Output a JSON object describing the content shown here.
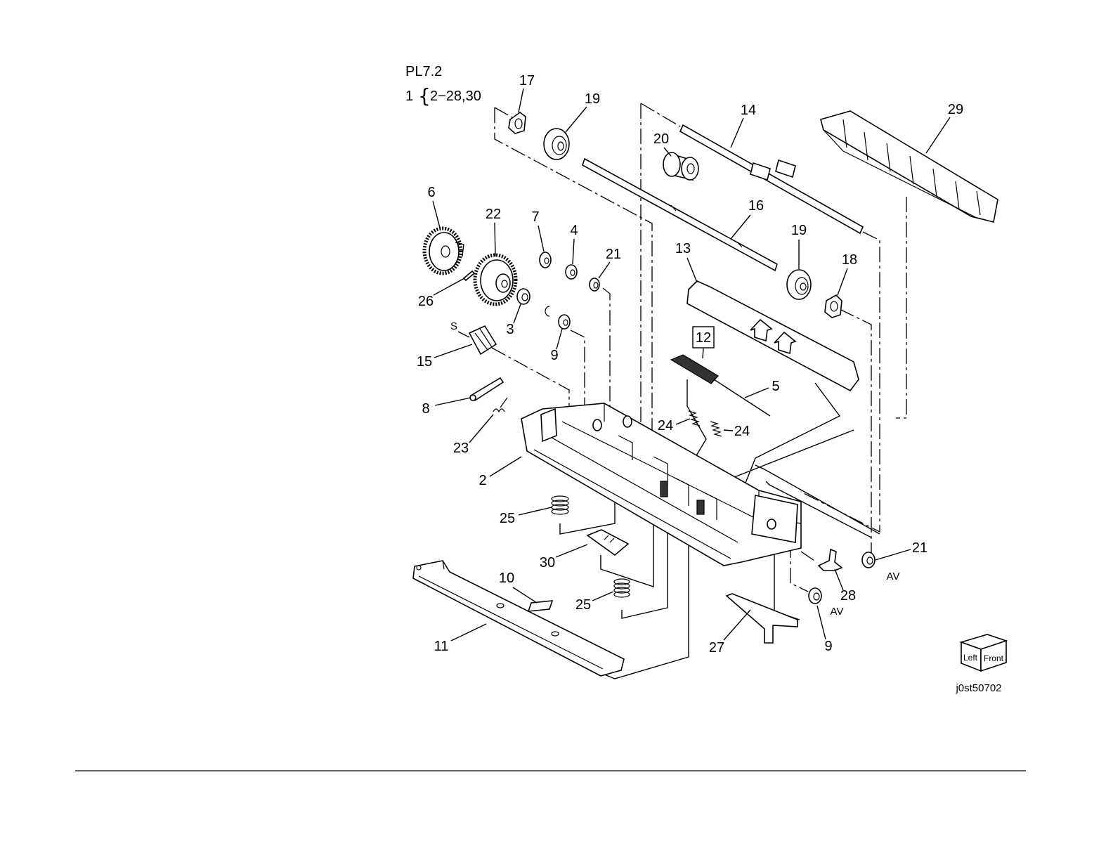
{
  "header": {
    "plate": "PL7.2",
    "assembly_item": "1",
    "brace": "{",
    "assembly_range": "2−28,30"
  },
  "callouts": [
    "17",
    "19",
    "14",
    "29",
    "20",
    "6",
    "22",
    "7",
    "4",
    "16",
    "19",
    "13",
    "21",
    "18",
    "26",
    "3",
    "9",
    "15",
    "5",
    "8",
    "24",
    "24",
    "23",
    "2",
    "25",
    "21",
    "30",
    "10",
    "28",
    "25",
    "11",
    "27",
    "9"
  ],
  "boxed_callout": "12",
  "markers": {
    "s": "S",
    "av_1": "AV",
    "av_2": "AV"
  },
  "orientation": {
    "left": "Left",
    "front": "Front"
  },
  "figure_id": "j0st50702"
}
